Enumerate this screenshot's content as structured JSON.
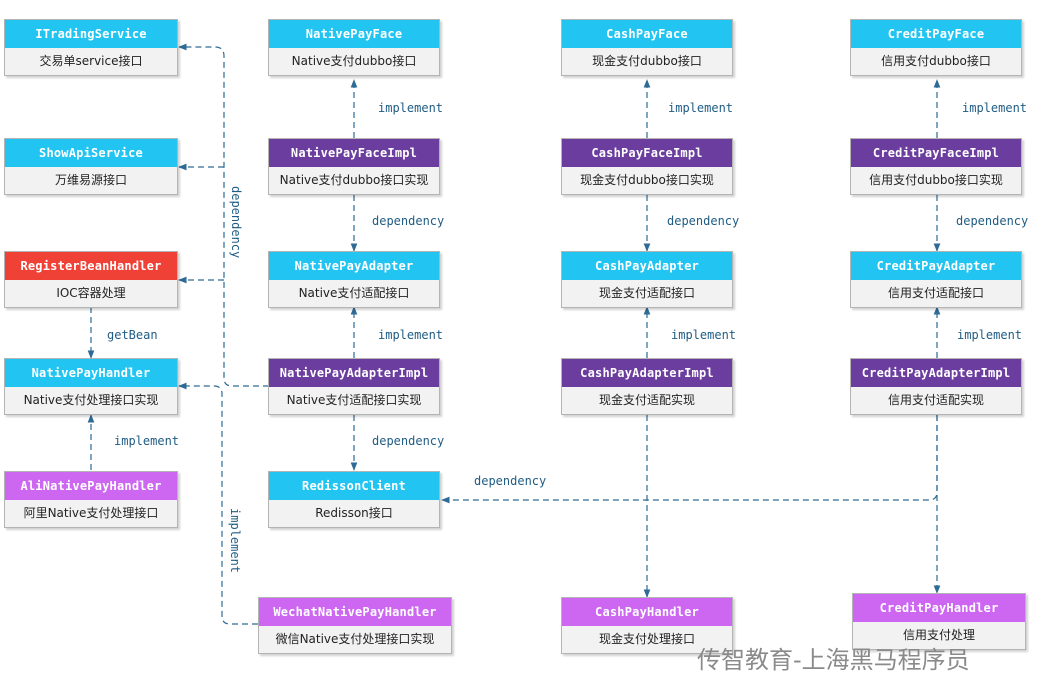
{
  "colors": {
    "interface_header": "#22c4f2",
    "impl_header": "#6a3d9e",
    "highlight_header": "#f04136",
    "handler_header": "#cd67f2",
    "body_bg": "#f2f2f2",
    "edge": "#2d6a96"
  },
  "nodes": {
    "itradingservice": {
      "title": "ITradingService",
      "desc": "交易单service接口"
    },
    "showapiservice": {
      "title": "ShowApiService",
      "desc": "万维易源接口"
    },
    "registerbeanhandler": {
      "title": "RegisterBeanHandler",
      "desc": "IOC容器处理"
    },
    "nativepayhandler": {
      "title": "NativePayHandler",
      "desc": "Native支付处理接口实现"
    },
    "alinativepayhandler": {
      "title": "AliNativePayHandler",
      "desc": "阿里Native支付处理接口"
    },
    "nativepayface": {
      "title": "NativePayFace",
      "desc": "Native支付dubbo接口"
    },
    "nativepayfaceimpl": {
      "title": "NativePayFaceImpl",
      "desc": "Native支付dubbo接口实现"
    },
    "nativepayadapter": {
      "title": "NativePayAdapter",
      "desc": "Native支付适配接口"
    },
    "nativepayadapterimpl": {
      "title": "NativePayAdapterImpl",
      "desc": "Native支付适配接口实现"
    },
    "redissonclient": {
      "title": "RedissonClient",
      "desc": "Redisson接口"
    },
    "wechatnativepayhandler": {
      "title": "WechatNativePayHandler",
      "desc": "微信Native支付处理接口实现"
    },
    "cashpayface": {
      "title": "CashPayFace",
      "desc": "现金支付dubbo接口"
    },
    "cashpayfaceimpl": {
      "title": "CashPayFaceImpl",
      "desc": "现金支付dubbo接口实现"
    },
    "cashpayadapter": {
      "title": "CashPayAdapter",
      "desc": "现金支付适配接口"
    },
    "cashpayadapterimpl": {
      "title": "CashPayAdapterImpl",
      "desc": "现金支付适配实现"
    },
    "cashpayhandler": {
      "title": "CashPayHandler",
      "desc": "现金支付处理接口"
    },
    "creditpayface": {
      "title": "CreditPayFace",
      "desc": "信用支付dubbo接口"
    },
    "creditpayfaceimpl": {
      "title": "CreditPayFaceImpl",
      "desc": "信用支付dubbo接口实现"
    },
    "creditpayadapter": {
      "title": "CreditPayAdapter",
      "desc": "信用支付适配接口"
    },
    "creditpayadapterimpl": {
      "title": "CreditPayAdapterImpl",
      "desc": "信用支付适配实现"
    },
    "creditpayhandler": {
      "title": "CreditPayHandler",
      "desc": "信用支付处理"
    }
  },
  "edge_labels": {
    "implement": "implement",
    "dependency": "dependency",
    "getbean": "getBean"
  },
  "watermark": "传智教育-上海黑马程序员"
}
